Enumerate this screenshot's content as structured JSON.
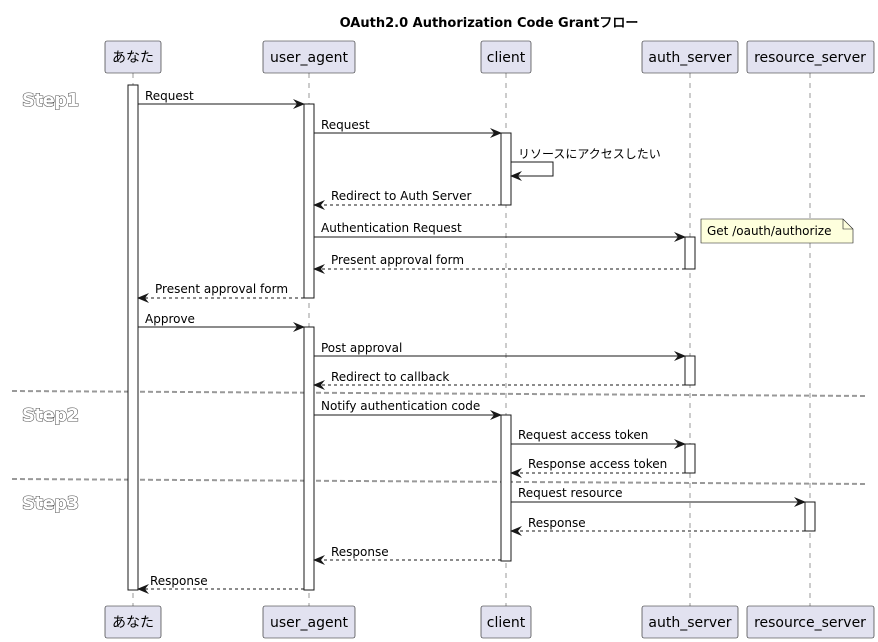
{
  "title": "OAuth2.0 Authorization Code Grantフロー",
  "participants": [
    "あなた",
    "user_agent",
    "client",
    "auth_server",
    "resource_server"
  ],
  "steps": [
    "Step1",
    "Step2",
    "Step3"
  ],
  "messages": [
    {
      "from": "あなた",
      "to": "user_agent",
      "label": "Request",
      "type": "sync"
    },
    {
      "from": "user_agent",
      "to": "client",
      "label": "Request",
      "type": "sync"
    },
    {
      "from": "client",
      "to": "client",
      "label": "リソースにアクセスしたい",
      "type": "self"
    },
    {
      "from": "client",
      "to": "user_agent",
      "label": "Redirect to Auth Server",
      "type": "reply"
    },
    {
      "from": "user_agent",
      "to": "auth_server",
      "label": "Authentication Request",
      "type": "sync"
    },
    {
      "from": "auth_server",
      "to": "user_agent",
      "label": "Present approval form",
      "type": "reply"
    },
    {
      "from": "user_agent",
      "to": "あなた",
      "label": "Present approval form",
      "type": "reply"
    },
    {
      "from": "あなた",
      "to": "user_agent",
      "label": "Approve",
      "type": "sync"
    },
    {
      "from": "user_agent",
      "to": "auth_server",
      "label": "Post approval",
      "type": "sync"
    },
    {
      "from": "auth_server",
      "to": "user_agent",
      "label": "Redirect to callback",
      "type": "reply"
    },
    {
      "from": "user_agent",
      "to": "client",
      "label": "Notify authentication code",
      "type": "sync"
    },
    {
      "from": "client",
      "to": "auth_server",
      "label": "Request access token",
      "type": "sync"
    },
    {
      "from": "auth_server",
      "to": "client",
      "label": "Response access token",
      "type": "reply"
    },
    {
      "from": "client",
      "to": "resource_server",
      "label": "Request resource",
      "type": "sync"
    },
    {
      "from": "resource_server",
      "to": "client",
      "label": "Response",
      "type": "reply"
    },
    {
      "from": "client",
      "to": "user_agent",
      "label": "Response",
      "type": "reply"
    },
    {
      "from": "user_agent",
      "to": "あなた",
      "label": "Response",
      "type": "reply"
    }
  ],
  "note": {
    "attached_to": "auth_server",
    "text": "Get /oauth/authorize"
  },
  "colors": {
    "participant_fill": "#E2E2F0",
    "participant_border": "#181818",
    "note_fill": "#FEFFDD",
    "lifeline": "#999999",
    "separator": "#999999"
  }
}
